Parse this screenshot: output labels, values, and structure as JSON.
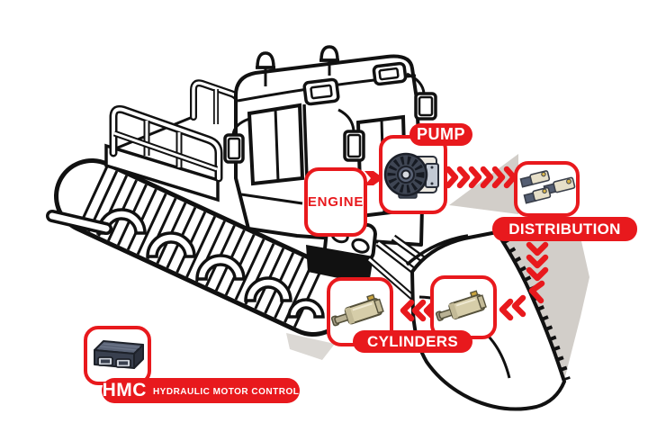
{
  "diagram": {
    "labels": {
      "engine": "ENGINE",
      "pump": "PUMP",
      "distribution": "DISTRIBUTION",
      "cylinders": "CYLINDERS",
      "hmc_abbr": "HMC",
      "hmc_full": "HYDRAULIC MOTOR CONTROL"
    },
    "flow_sequence": [
      "ENGINE",
      "PUMP",
      "DISTRIBUTION",
      "CYLINDERS"
    ],
    "colors": {
      "accent_red": "#e8191d",
      "shadow_gray": "#d2cec9",
      "line_black": "#111111"
    },
    "icons": {
      "pump": "gear-pump-icon",
      "distribution": "valve-block-icon",
      "cylinder_left": "hydraulic-cylinder-icon",
      "cylinder_right": "hydraulic-cylinder-icon",
      "hmc": "control-unit-icon"
    }
  }
}
